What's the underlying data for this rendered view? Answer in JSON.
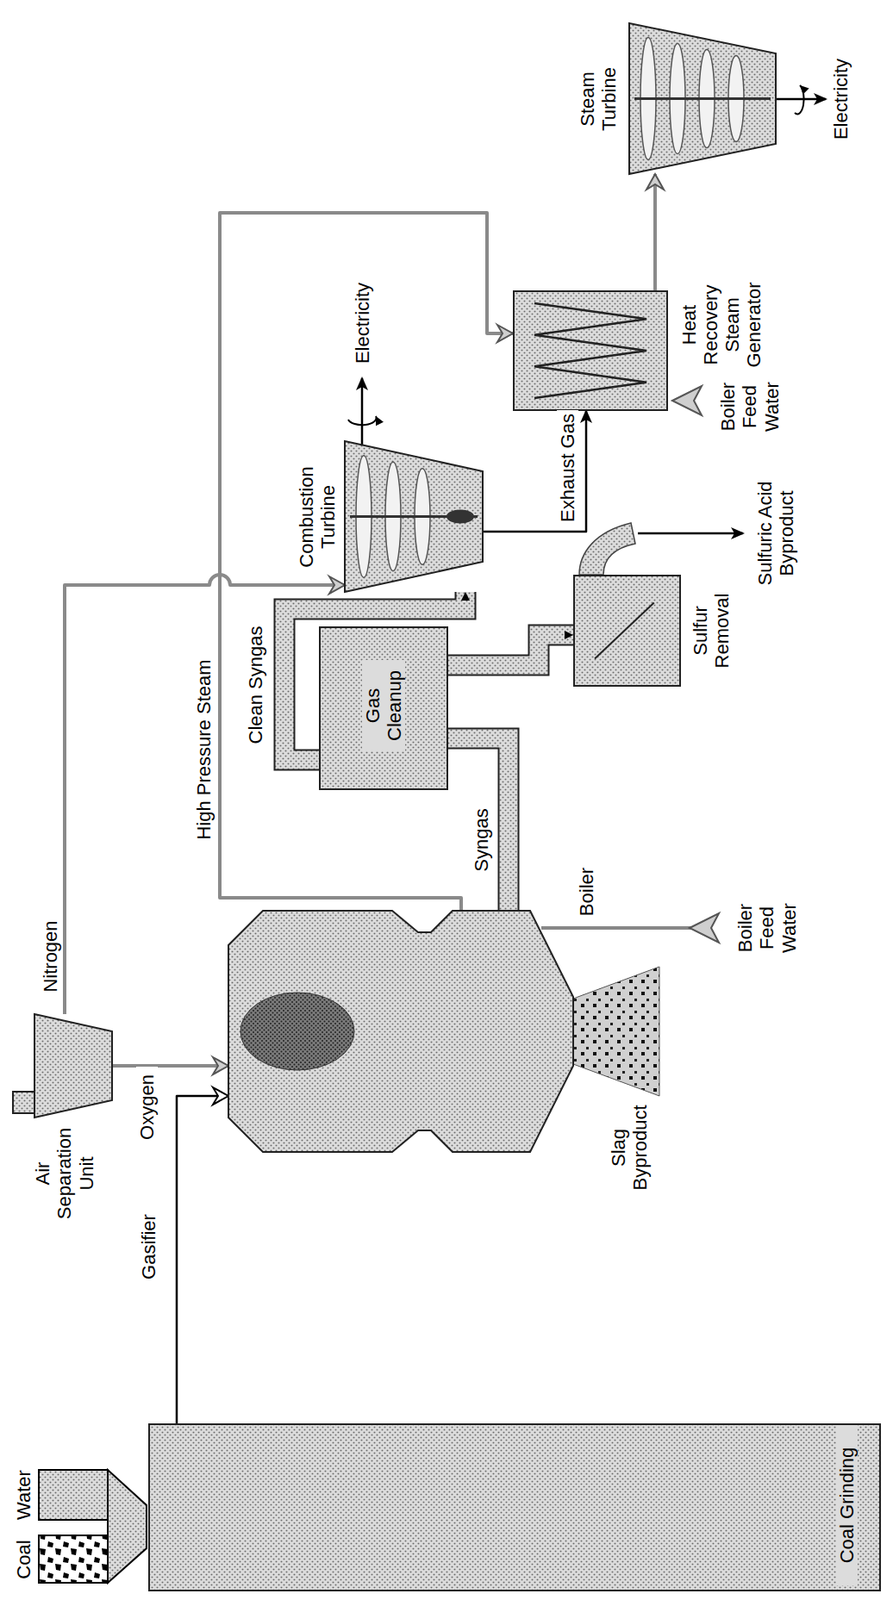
{
  "diagram": {
    "nodes": [
      {
        "text": [
          "Coal",
          "Water"
        ]
      },
      {
        "text": [
          "Coal Grinding"
        ]
      },
      {
        "text": [
          "Air Separation Unit"
        ]
      },
      {
        "text": [
          "Gasifier"
        ]
      },
      {
        "text": [
          "Gas Cleanup"
        ]
      },
      {
        "text": [
          "Sulfur Removal"
        ]
      },
      {
        "text": [
          "Combustion Turbine"
        ]
      },
      {
        "text": [
          "Heat Recovery Steam Generator"
        ]
      },
      {
        "text": [
          "Steam Turbine"
        ]
      }
    ],
    "edges": [
      {
        "from": 1,
        "to": 3,
        "arrow": "to"
      },
      {
        "from": 2,
        "to": 3,
        "label": "Oxygen",
        "arrow": "to"
      },
      {
        "from": 2,
        "to": 6,
        "label": "Nitrogen",
        "arrow": "to"
      },
      {
        "from": 3,
        "to": 4,
        "label": "Syngas",
        "arrow": "none"
      },
      {
        "from": 4,
        "to": 6,
        "label": "Clean Syngas",
        "arrow": "to"
      },
      {
        "from": 4,
        "to": 5,
        "arrow": "to"
      },
      {
        "from": 3,
        "to": 7,
        "label": "High Pressure Steam",
        "arrow": "to"
      },
      {
        "from": 6,
        "to": 7,
        "label": "Exhaust Gas",
        "arrow": "to"
      },
      {
        "from": 7,
        "to": 8,
        "arrow": "to"
      }
    ],
    "labels": [
      "Electricity",
      "Electricity",
      "Boiler",
      "Boiler Feed Water",
      "Slag Byproduct",
      "Sulfuric Acid Byproduct",
      "Boiler Feed Water"
    ]
  }
}
